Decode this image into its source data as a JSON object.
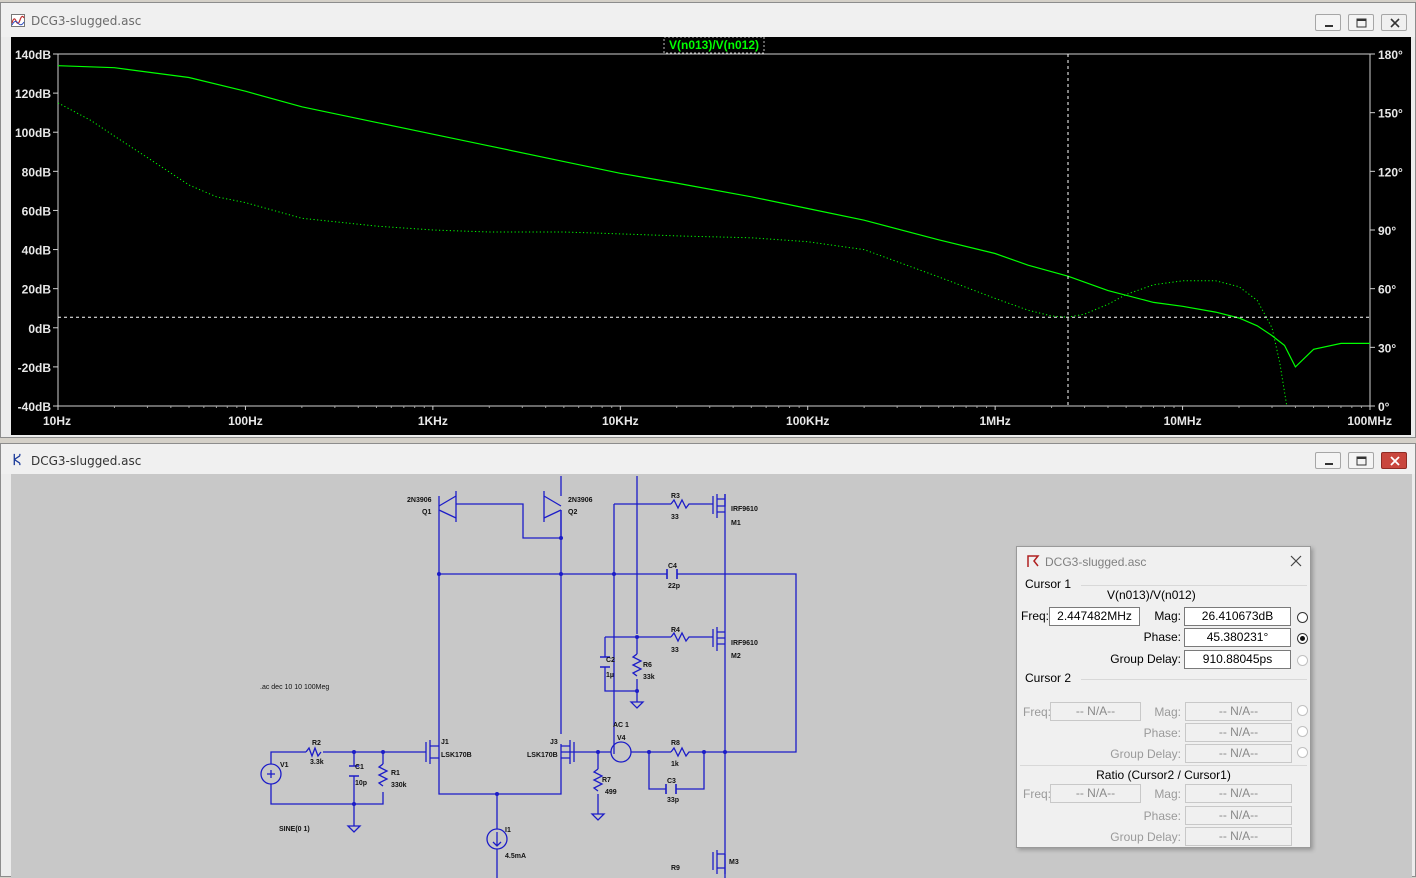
{
  "plot_window": {
    "title": "DCG3-slugged.asc",
    "trace_label": "V(n013)/V(n012)",
    "y_left_ticks": [
      "140dB",
      "120dB",
      "100dB",
      "80dB",
      "60dB",
      "40dB",
      "20dB",
      "0dB",
      "-20dB",
      "-40dB"
    ],
    "y_right_ticks": [
      "180°",
      "150°",
      "120°",
      "90°",
      "60°",
      "30°",
      "0°"
    ],
    "x_ticks": [
      "10Hz",
      "100Hz",
      "1KHz",
      "10KHz",
      "100KHz",
      "1MHz",
      "10MHz",
      "100MHz"
    ],
    "trace_color": "#00ff00"
  },
  "chart_data": {
    "type": "line",
    "title": "V(n013)/V(n012)",
    "x_scale": "log",
    "xlim": [
      10,
      100000000
    ],
    "ylim_left": [
      -40,
      140
    ],
    "ylim_right": [
      0,
      180
    ],
    "grid": false,
    "series": [
      {
        "name": "V(n013)/V(n012)",
        "axis": "left",
        "style": "solid",
        "x": [
          10,
          20,
          50,
          100,
          200,
          500,
          1000,
          2000,
          5000,
          10000,
          20000,
          50000,
          100000,
          200000,
          500000,
          1000000,
          1500000,
          2447482,
          4000000,
          7000000,
          10000000,
          15000000,
          20000000,
          25000000,
          30000000,
          35000000,
          40000000,
          50000000,
          70000000,
          100000000
        ],
        "y": [
          134,
          133,
          128,
          121,
          113,
          105,
          99,
          93,
          85,
          79,
          74,
          67,
          61,
          55,
          45,
          38,
          32,
          26.4,
          19,
          13,
          11,
          8,
          5,
          1,
          -4,
          -9,
          -20,
          -11,
          -8,
          -8
        ]
      },
      {
        "name": "V(n013)/V(n012)",
        "axis": "right",
        "style": "dotted",
        "x": [
          10,
          15,
          20,
          30,
          50,
          70,
          100,
          200,
          500,
          1000,
          2000,
          5000,
          10000,
          20000,
          50000,
          100000,
          200000,
          500000,
          1000000,
          1500000,
          2000000,
          2447482,
          3000000,
          4000000,
          5000000,
          7000000,
          10000000,
          15000000,
          20000000,
          25000000,
          30000000,
          33000000,
          36000000
        ],
        "y": [
          155,
          146,
          138,
          127,
          113,
          107,
          104,
          96,
          92,
          90,
          89,
          89,
          88,
          87,
          86,
          84,
          80,
          66,
          55,
          49,
          46,
          45.4,
          47,
          52,
          57,
          62,
          64,
          64,
          61,
          54,
          40,
          22,
          0
        ]
      }
    ],
    "cursor": {
      "freq": 2447482,
      "mag_db": 26.410673,
      "phase_deg": 45.380231
    }
  },
  "schematic_window": {
    "title": "DCG3-slugged.asc",
    "labels": {
      "q1_model": "2N3906",
      "q1": "Q1",
      "q2_model": "2N3906",
      "q2": "Q2",
      "r3": "R3",
      "r3_val": "33",
      "m1_model": "IRF9610",
      "m1": "M1",
      "c4": "C4",
      "c4_val": "22p",
      "r4": "R4",
      "r4_val": "33",
      "m2_model": "IRF9610",
      "m2": "M2",
      "c2": "C2",
      "c2_val": "1µ",
      "r6": "R6",
      "r6_val": "33k",
      "directive": ".ac dec 10 10 100Meg",
      "j1": "J1",
      "j1_model": "LSK170B",
      "j3": "J3",
      "j3_model": "LSK170B",
      "ac1": "AC 1",
      "v4": "V4",
      "r8": "R8",
      "r8_val": "1k",
      "c3": "C3",
      "c3_val": "33p",
      "r2": "R2",
      "r2_val": "3.3k",
      "c1": "C1",
      "c1_val": "10p",
      "r1": "R1",
      "r1_val": "330k",
      "v1": "V1",
      "sine": "SINE(0 1)",
      "r7": "R7",
      "r7_val": "499",
      "i1": "I1",
      "i1_val": "4.5mA",
      "m3": "M3",
      "r9": "R9"
    }
  },
  "cursor_dialog": {
    "title": "DCG3-slugged.asc",
    "cursor1": {
      "group": "Cursor 1",
      "trace": "V(n013)/V(n012)",
      "freq_label": "Freq:",
      "freq": "2.447482MHz",
      "mag_label": "Mag:",
      "mag": "26.410673dB",
      "phase_label": "Phase:",
      "phase": "45.380231°",
      "gd_label": "Group Delay:",
      "gd": "910.88045ps"
    },
    "cursor2": {
      "group": "Cursor 2",
      "freq_label": "Freq:",
      "freq": "-- N/A--",
      "mag_label": "Mag:",
      "mag": "-- N/A--",
      "phase_label": "Phase:",
      "phase": "-- N/A--",
      "gd_label": "Group Delay:",
      "gd": "-- N/A--"
    },
    "ratio": {
      "group": "Ratio (Cursor2 / Cursor1)",
      "freq_label": "Freq:",
      "freq": "-- N/A--",
      "mag_label": "Mag:",
      "mag": "-- N/A--",
      "phase_label": "Phase:",
      "phase": "-- N/A--",
      "gd_label": "Group Delay:",
      "gd": "-- N/A--"
    }
  }
}
